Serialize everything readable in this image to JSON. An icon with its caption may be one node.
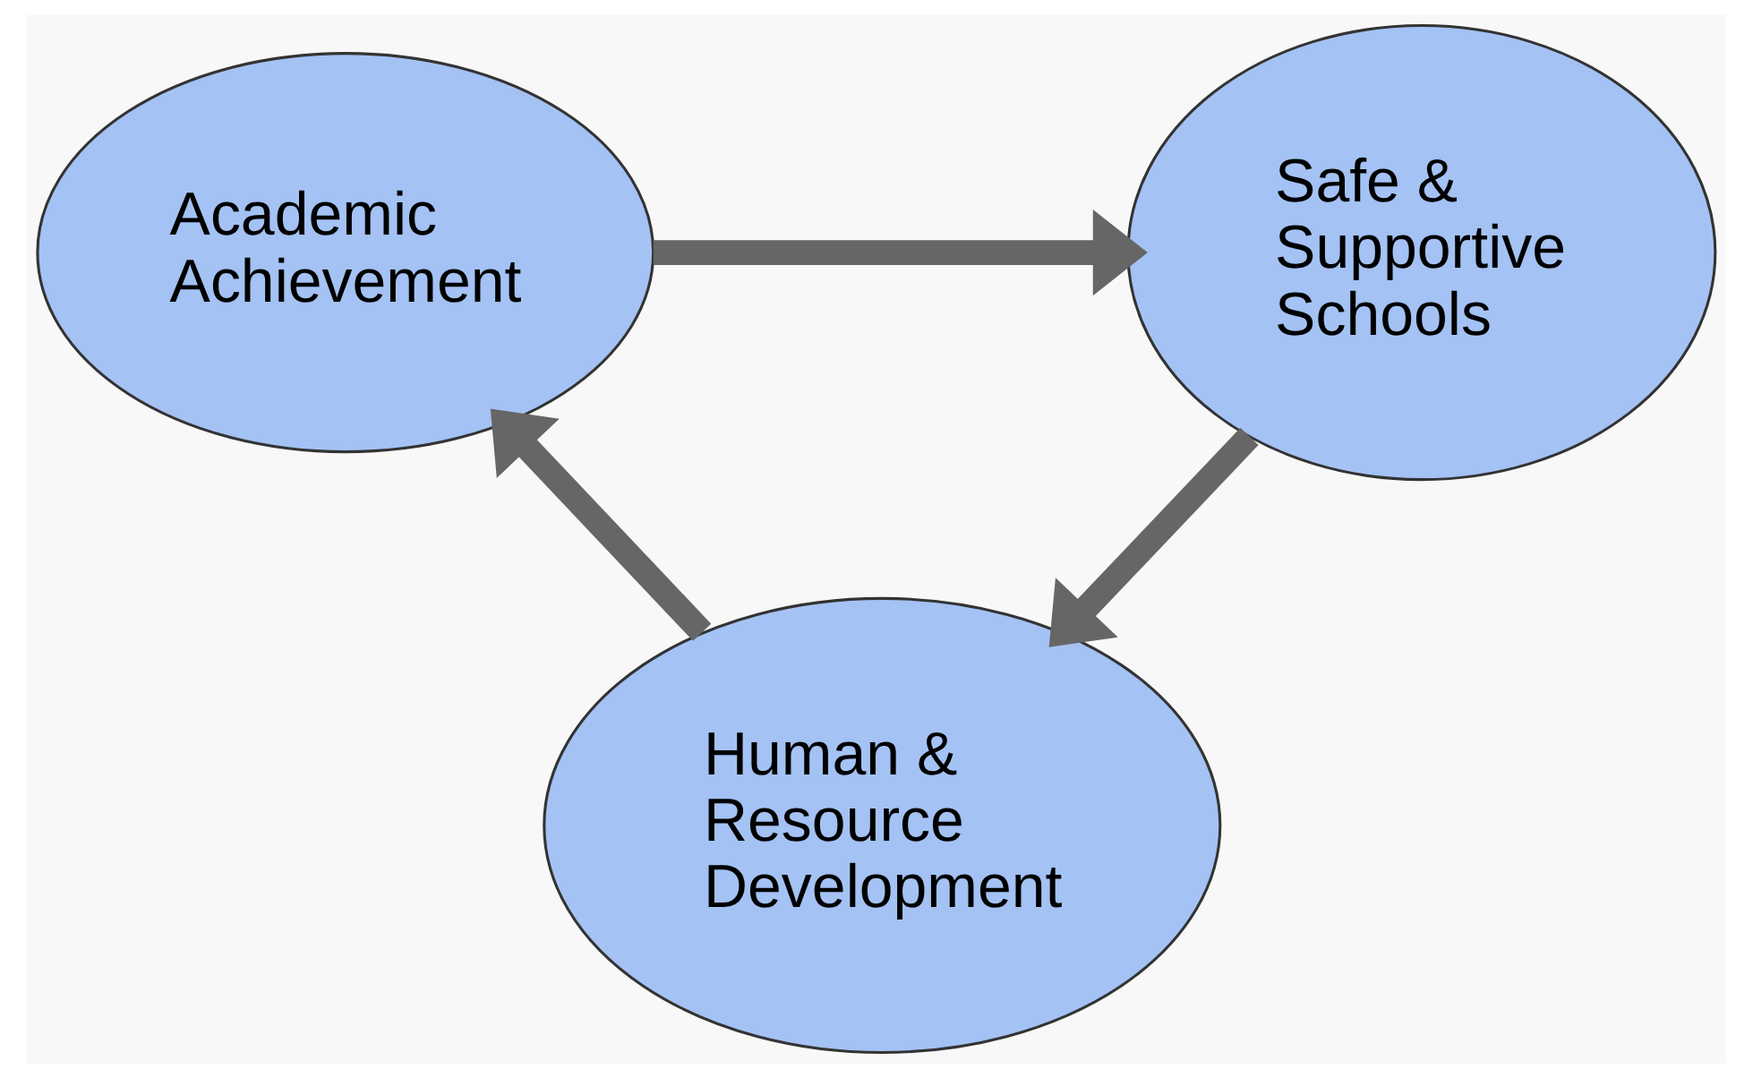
{
  "diagram": {
    "nodes": [
      {
        "text": [
          "Academic Achievement"
        ]
      },
      {
        "text": [
          "Safe & Supportive Schools"
        ]
      },
      {
        "text": [
          "Human & Resource Development"
        ]
      }
    ],
    "edges": [
      {
        "from": 0,
        "to": 1,
        "arrow": "to"
      },
      {
        "from": 1,
        "to": 2,
        "arrow": "to"
      },
      {
        "from": 2,
        "to": 0,
        "arrow": "to"
      }
    ]
  }
}
